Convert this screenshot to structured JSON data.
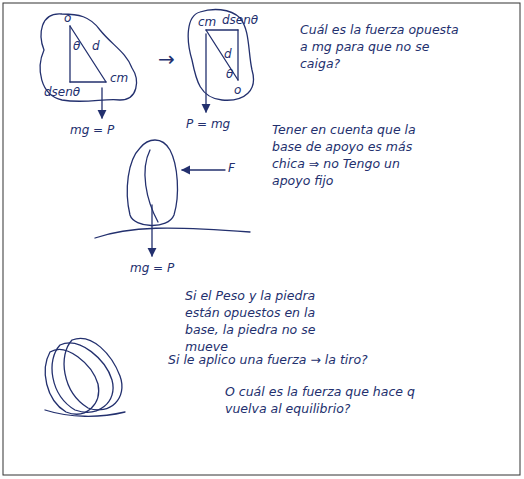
{
  "diagram": {
    "labels": [
      "o",
      "θ",
      "d",
      "dsenθ",
      "cm",
      "mg = P",
      "→",
      "cm",
      "dsenθ",
      "d",
      "θ",
      "o",
      "P = mg",
      "Cuál es la fuerza opuesta a mg para que no se caiga?",
      "Tener en cuenta que la base de apoyo es más chica ⇒ no Tengo un apoyo fijo",
      "F",
      "mg = P",
      "Si el Peso y la piedra están opuestos en la base, la piedra no se mueve",
      "Si le aplico una fuerza → la tiro?",
      "O cuál es la fuerza que hace q vuelva al equilibrio?"
    ]
  }
}
